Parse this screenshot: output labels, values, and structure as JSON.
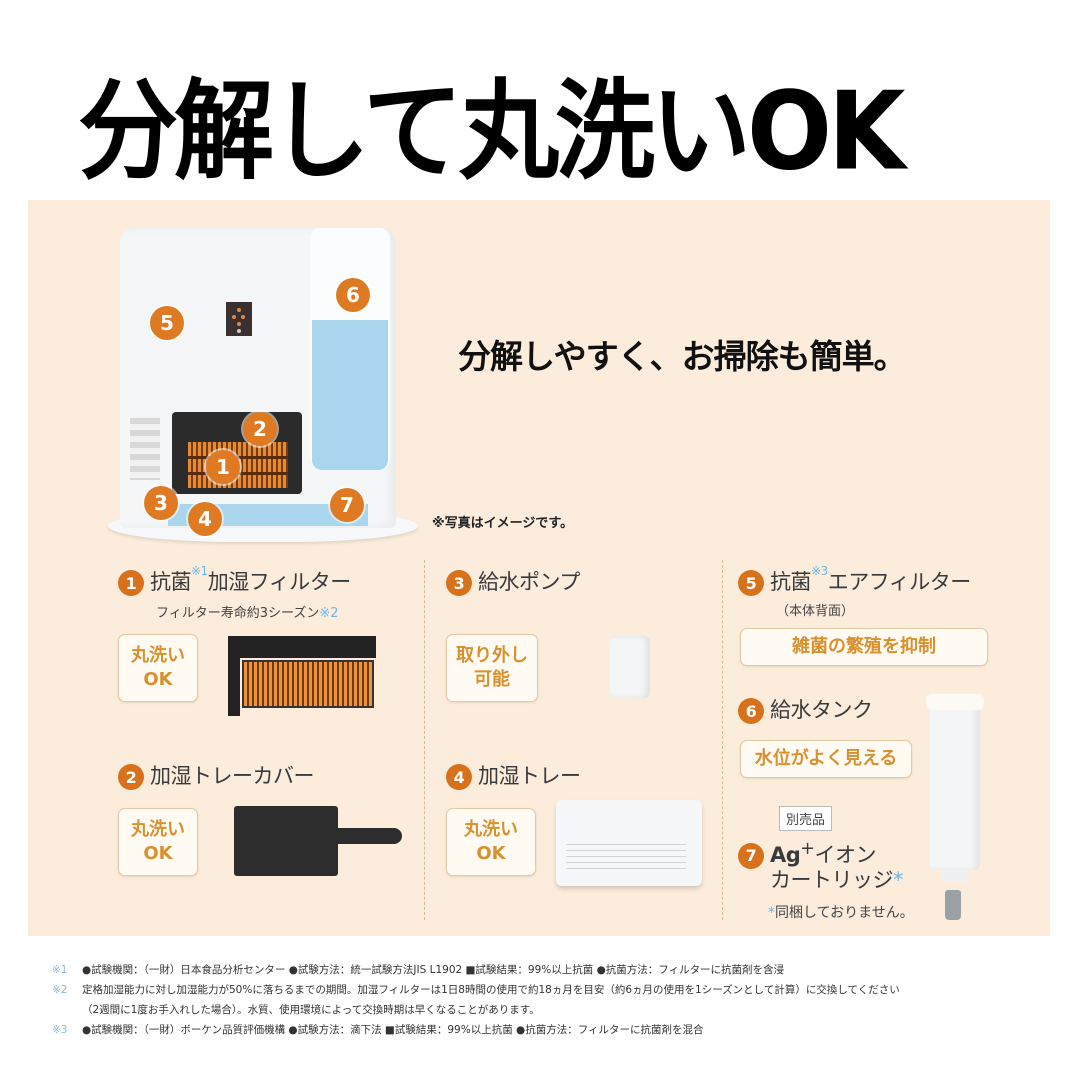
{
  "headline": "分解して丸洗いOK",
  "subheadline": "分解しやすく、お掃除も簡単。",
  "photo_note": "※写真はイメージです。",
  "product_markers": [
    "1",
    "2",
    "3",
    "4",
    "5",
    "6",
    "7"
  ],
  "items": [
    {
      "num": "1",
      "title_a": "抗菌",
      "ref": "※1",
      "title_b": "加湿フィルター",
      "note": "フィルター寿命約3シーズン",
      "note_ref": "※2",
      "feature_line1": "丸洗い",
      "feature_line2": "OK"
    },
    {
      "num": "2",
      "title": "加湿トレーカバー",
      "feature_line1": "丸洗い",
      "feature_line2": "OK"
    },
    {
      "num": "3",
      "title": "給水ポンプ",
      "feature_line1": "取り外し",
      "feature_line2": "可能"
    },
    {
      "num": "4",
      "title": "加湿トレー",
      "feature_line1": "丸洗い",
      "feature_line2": "OK"
    },
    {
      "num": "5",
      "title_a": "抗菌",
      "ref": "※3",
      "title_b": "エアフィルター",
      "note": "（本体背面）",
      "feature": "雑菌の繁殖を抑制"
    },
    {
      "num": "6",
      "title": "給水タンク",
      "feature": "水位がよく見える"
    },
    {
      "num": "7",
      "tag": "別売品",
      "title_line1_bold": "Ag",
      "title_line1_sup": "+",
      "title_line1_rest": "イオン",
      "title_line2": "カートリッジ",
      "title_star": "*",
      "note_star": "*",
      "note": "同梱しておりません。"
    }
  ],
  "footnotes": [
    {
      "mark": "※1",
      "text": "●試験機関：（一財）日本食品分析センター ●試験方法：統一試験方法JIS L1902 ■試験結果：99%以上抗菌 ●抗菌方法：フィルターに抗菌剤を含浸"
    },
    {
      "mark": "※2",
      "text": "定格加湿能力に対し加湿能力が50%に落ちるまでの期間。加湿フィルターは1日8時間の使用で約18ヵ月を目安（約6ヵ月の使用を1シーズンとして計算）に交換してください"
    },
    {
      "mark": "",
      "text": "（2週間に1度お手入れした場合）。水質、使用環境によって交換時期は早くなることがあります。"
    },
    {
      "mark": "※3",
      "text": "●試験機関：（一財）ボーケン品質評価機構 ●試験方法：滴下法 ■試験結果：99%以上抗菌 ●抗菌方法：フィルターに抗菌剤を混合"
    }
  ],
  "colors": {
    "panel_bg": "#fbecdb",
    "marker_orange": "#e07a22",
    "feature_text": "#d8912e",
    "reference_blue": "#6cb7e3",
    "water_blue": "#a9d6ec"
  }
}
